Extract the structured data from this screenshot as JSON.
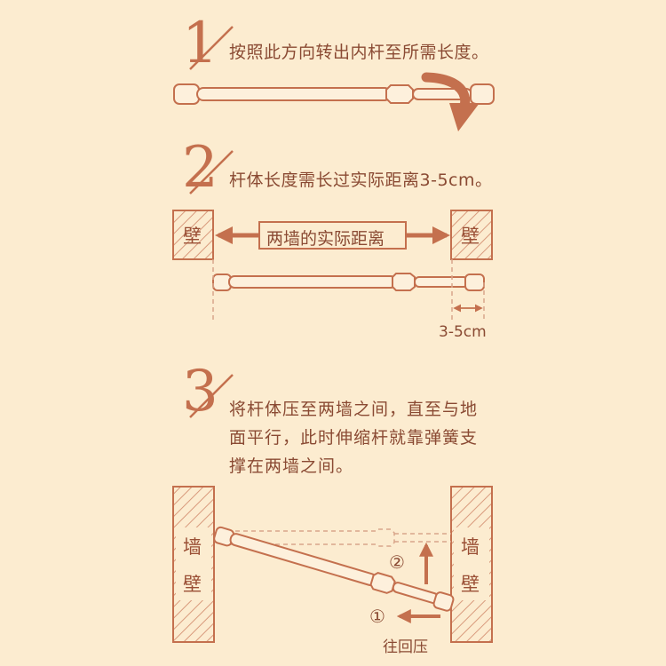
{
  "colors": {
    "background": "#fcecd0",
    "accent": "#c4704e",
    "text": "#8a4a33",
    "rod_fill": "#fdf0dc",
    "dash": "#d8a58a"
  },
  "step1": {
    "number": "1",
    "text": "按照此方向转出内杆至所需长度。"
  },
  "step2": {
    "number": "2",
    "text": "杆体长度需长过实际距离3-5cm。",
    "wall_label": "壁",
    "box_label": "两墙的实际距离",
    "measure_label": "3-5cm"
  },
  "step3": {
    "number": "3",
    "lines": [
      "将杆体压至两墙之间，直至与地",
      "面平行，此时伸缩杆就靠弹簧支",
      "撑在两墙之间。"
    ],
    "wall_char_top": "墙",
    "wall_char_bottom": "壁",
    "marker_1": "①",
    "marker_2": "②",
    "press_label": "往回压"
  }
}
